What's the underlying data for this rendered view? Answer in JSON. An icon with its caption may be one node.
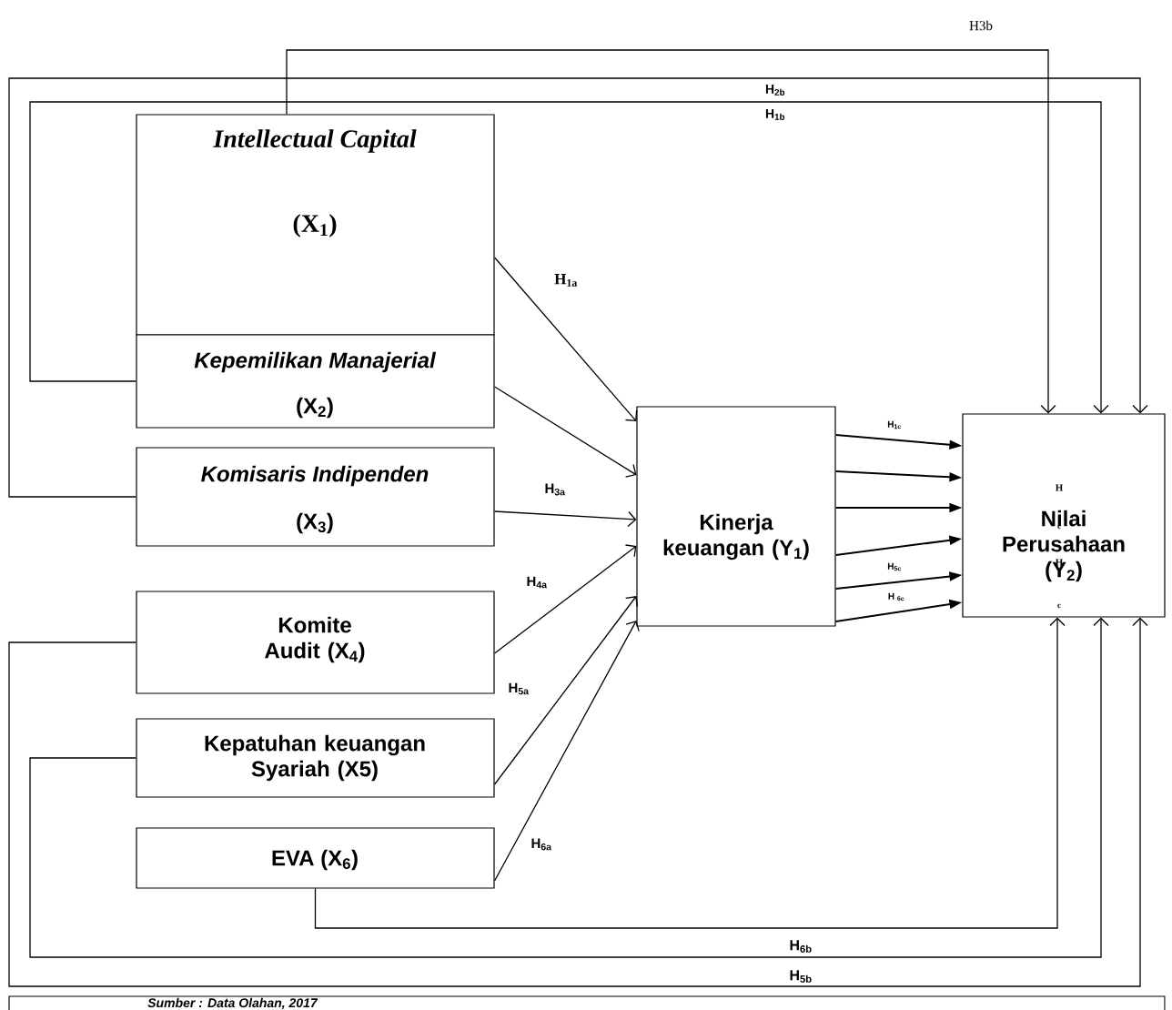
{
  "diagram": {
    "caption": "Sumber : Data Olahan, 2017",
    "nodes": [
      {
        "text": [
          "Intellectual Capital",
          "(X$_{1}$)"
        ]
      },
      {
        "text": [
          "Kepemilikan Manajerial",
          "(X$_{2}$)"
        ]
      },
      {
        "text": [
          "Komisaris Indipenden",
          "(X$_{3}$)"
        ]
      },
      {
        "text": [
          "Komite Audit (X$_{4}$)"
        ]
      },
      {
        "text": [
          "Kepatuhan keuangan Syariah (X5)"
        ]
      },
      {
        "text": [
          "EVA (X$_{6}$)"
        ]
      },
      {
        "text": [
          "Kinerja keuangan (Y$_{1}$)"
        ]
      },
      {
        "text": [
          "Nilai Perusahaan (Y$_{2}$)"
        ]
      }
    ],
    "edges": [
      {
        "from": 0,
        "to": 6,
        "arrow": "to",
        "label": "H$_{1a}$"
      },
      {
        "from": 1,
        "to": 6,
        "arrow": "to"
      },
      {
        "from": 2,
        "to": 6,
        "arrow": "to",
        "label": "H$_{3a}$"
      },
      {
        "from": 3,
        "to": 6,
        "arrow": "to",
        "label": "H$_{4a}$"
      },
      {
        "from": 4,
        "to": 6,
        "arrow": "to",
        "label": "H$_{5a}$"
      },
      {
        "from": 5,
        "to": 6,
        "arrow": "to",
        "label": "H$_{6a}$"
      },
      {
        "from": 6,
        "to": 7,
        "arrow": "to",
        "label": "H$_{1c}$"
      },
      {
        "from": 6,
        "to": 7,
        "arrow": "to"
      },
      {
        "from": 6,
        "to": 7,
        "arrow": "to"
      },
      {
        "from": 6,
        "to": 7,
        "arrow": "to"
      },
      {
        "from": 6,
        "to": 7,
        "arrow": "to",
        "label": "H$_{5c}$"
      },
      {
        "from": 6,
        "to": 7,
        "arrow": "to",
        "label": "H $_{6c}$"
      },
      {
        "from": 0,
        "to": 7,
        "arrow": "to"
      },
      {
        "from": 1,
        "to": 7,
        "arrow": "to"
      },
      {
        "from": 2,
        "to": 7,
        "arrow": "to"
      },
      {
        "from": 3,
        "to": 7,
        "arrow": "to"
      },
      {
        "from": 4,
        "to": 7,
        "arrow": "to"
      },
      {
        "from": 5,
        "to": 7,
        "arrow": "to"
      }
    ],
    "labels": [
      "H3b",
      "H$_{2b}$",
      "H$_{1b}$",
      "H",
      "c",
      "H",
      "c",
      "H$_{6b}$",
      "H$_{5b}$"
    ]
  }
}
